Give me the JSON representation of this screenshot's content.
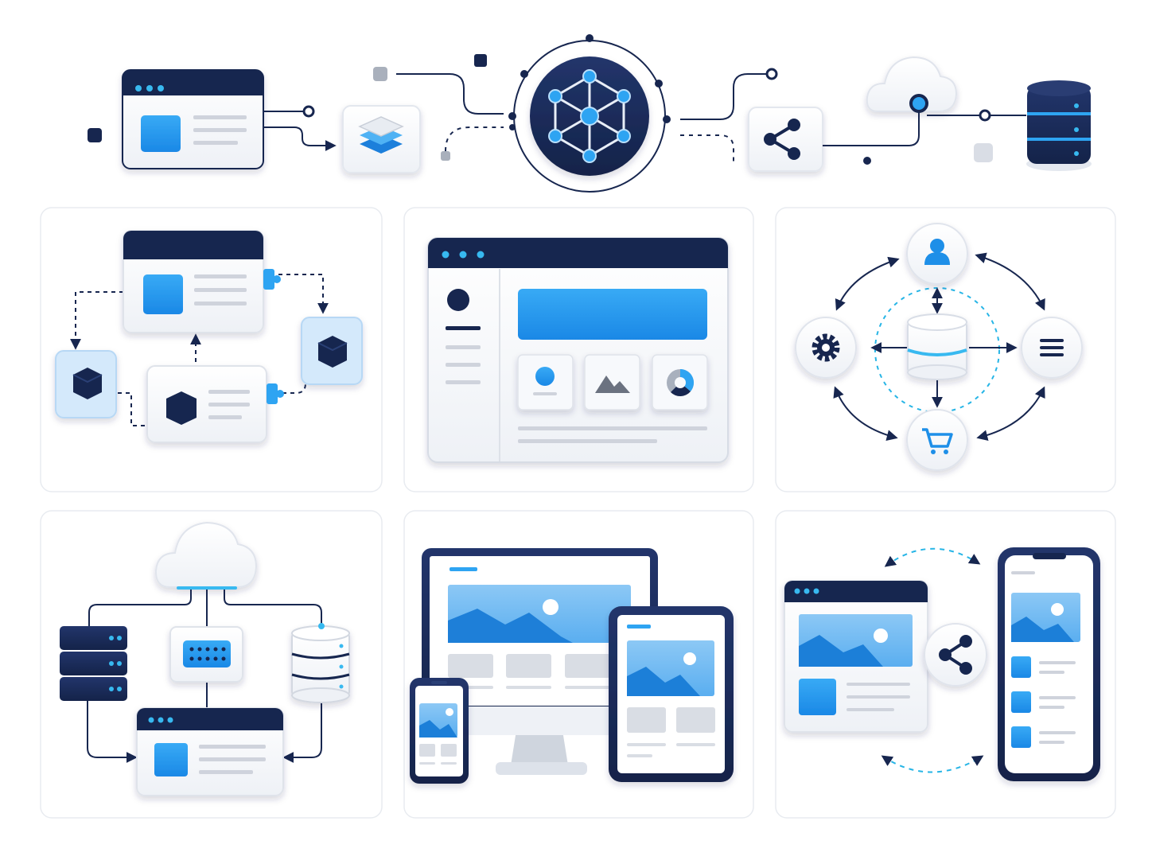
{
  "colors": {
    "navy": "#17264f",
    "blue": "#1e9cf0",
    "blue_light": "#6db9f4",
    "sky": "#cfe6fb",
    "gray_card": "#f2f4f8",
    "gray_line": "#cfd3dc",
    "outline": "#e3e7ee",
    "dashed_teal": "#27b5e6"
  },
  "header_strip": {
    "icons": [
      "browser-window-icon",
      "layers-icon",
      "network-hub-icon",
      "share-icon",
      "cloud-icon",
      "database-icon"
    ]
  },
  "panels": [
    {
      "name": "component-flow-panel",
      "icons": [
        "browser-window-icon",
        "cube-icon",
        "puzzle-connector-icon"
      ]
    },
    {
      "name": "dashboard-window-panel",
      "icons": [
        "avatar-icon",
        "image-icon",
        "pie-chart-icon"
      ]
    },
    {
      "name": "data-hub-panel",
      "icons": [
        "user-icon",
        "gear-icon",
        "database-icon",
        "list-icon",
        "cart-icon"
      ]
    },
    {
      "name": "cloud-infrastructure-panel",
      "icons": [
        "cloud-icon",
        "server-rack-icon",
        "keypad-module-icon",
        "database-icon",
        "browser-window-icon"
      ]
    },
    {
      "name": "responsive-devices-panel",
      "icons": [
        "monitor-icon",
        "tablet-icon",
        "phone-icon"
      ]
    },
    {
      "name": "cross-device-sync-panel",
      "icons": [
        "browser-window-icon",
        "share-icon",
        "phone-icon"
      ]
    }
  ]
}
